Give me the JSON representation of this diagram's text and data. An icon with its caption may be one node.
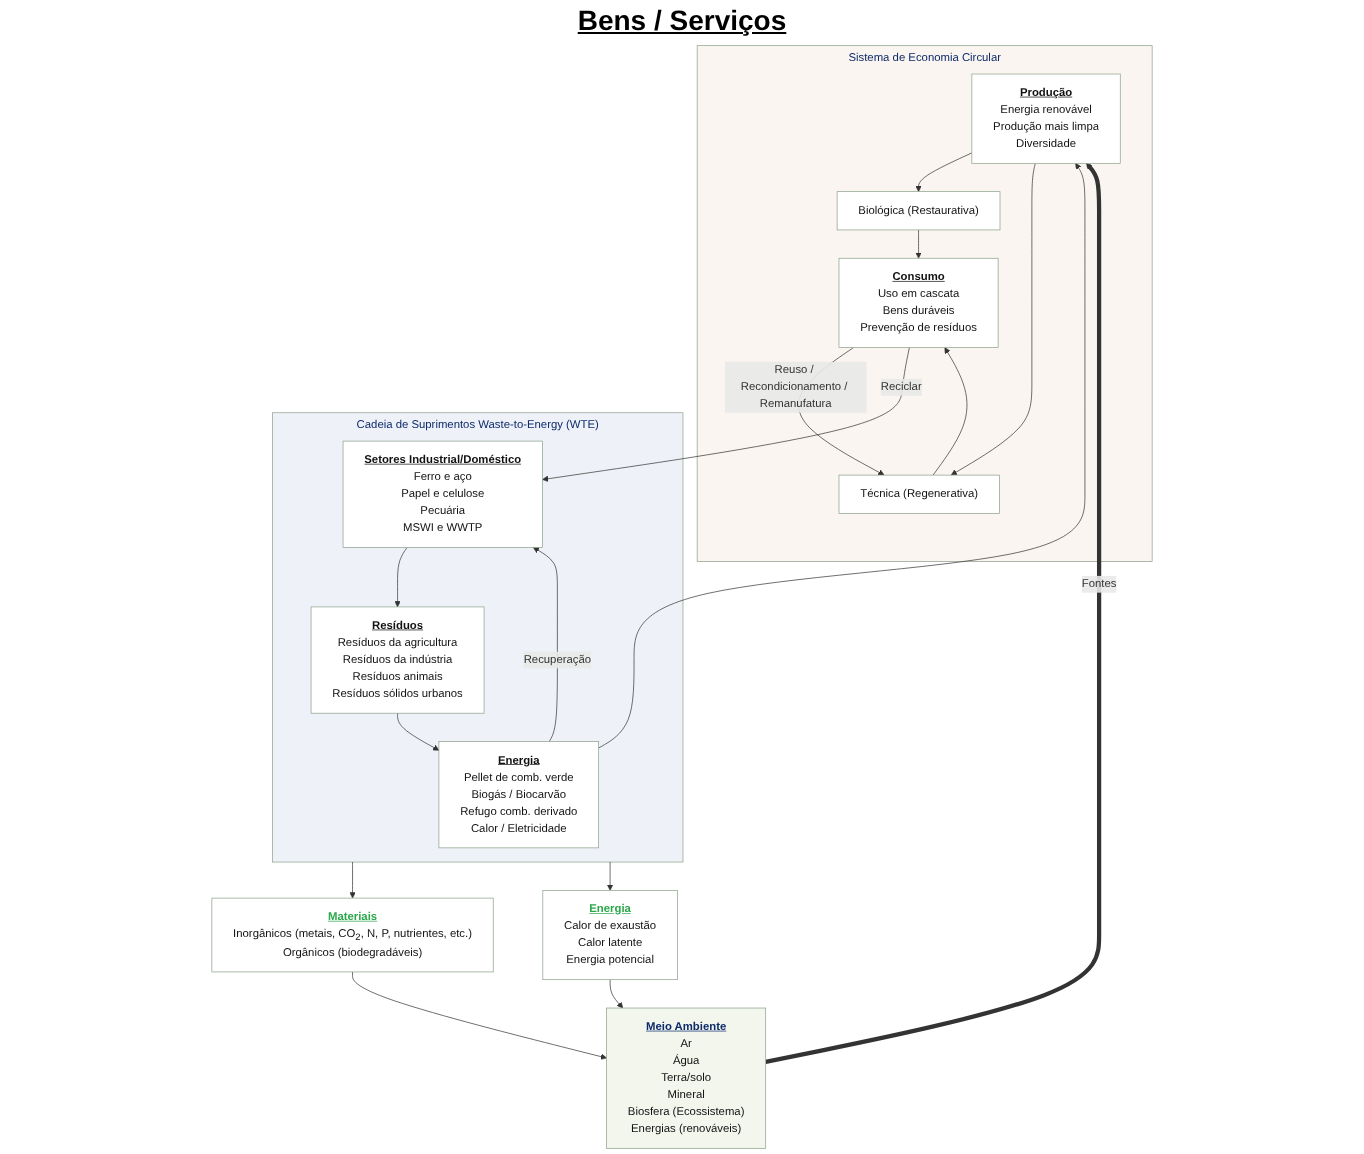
{
  "diagram": {
    "nodes": [
      {
        "text": [
          "Sistema de Economia Circular"
        ]
      },
      {
        "text": [
          "Consumo",
          "Uso em cascata",
          "Bens duráveis",
          "Prevenção de resíduos"
        ],
        "in": 0
      },
      {
        "text": [
          "Biológica (Restaurativa)"
        ],
        "in": 0
      },
      {
        "text": [
          "Técnica (Regenerativa)"
        ],
        "in": 0
      },
      {
        "text": [
          "Produção",
          "Energia renovável",
          "Produção mais limpa",
          "Diversidade"
        ],
        "in": 0
      },
      {
        "text": [
          "Cadeia de Suprimentos Waste-to-Energy (WTE)"
        ]
      },
      {
        "text": [
          "Setores Industrial/Doméstico",
          "Ferro e aço",
          "Papel e celulose",
          "Pecuária",
          "MSWI e WWTP"
        ],
        "in": 5
      },
      {
        "text": [
          "Resíduos",
          "Resíduos da agricultura",
          "Resíduos da indústria",
          "Resíduos animais",
          "Resíduos sólidos urbanos"
        ],
        "in": 5
      },
      {
        "text": [
          "Energia",
          "Pellet de comb. verde",
          "Biogás / Biocarvão",
          "Refugo comb. derivado",
          "Calor / Eletricidade"
        ],
        "in": 5
      },
      {
        "text": [
          "Materiais",
          "Inorgânicos (metais, CO$_{2}$, N, P, nutrientes, etc.)",
          "Orgânicos (biodegradáveis)"
        ]
      },
      {
        "text": [
          "Energia",
          "Calor de exaustão",
          "Calor latente",
          "Energia potencial"
        ]
      },
      {
        "text": [
          "Meio Ambiente",
          "Ar",
          "Água",
          "Terra/solo",
          "Mineral",
          "Biosfera (Ecossistema)",
          "Energias (renováveis)"
        ]
      }
    ],
    "edges": [
      {
        "from": 4,
        "to": 2,
        "arrow": "to"
      },
      {
        "from": 2,
        "to": 1,
        "arrow": "to"
      },
      {
        "from": 4,
        "to": 3,
        "arrow": "to"
      },
      {
        "from": 3,
        "to": 1,
        "arrow": "to"
      },
      {
        "from": 1,
        "to": 3,
        "arrow": "to",
        "label": "Reuso / Recondicionamento / Remanufatura"
      },
      {
        "from": 1,
        "to": 6,
        "arrow": "to",
        "label": "Reciclar"
      },
      {
        "from": 6,
        "to": 7,
        "arrow": "to"
      },
      {
        "from": 7,
        "to": 8,
        "arrow": "to"
      },
      {
        "from": 8,
        "to": 4,
        "arrow": "to"
      },
      {
        "from": 8,
        "to": 6,
        "arrow": "to",
        "label": "Recuperação"
      },
      {
        "from": 5,
        "to": 9,
        "arrow": "to"
      },
      {
        "from": 5,
        "to": 10,
        "arrow": "to"
      },
      {
        "from": 9,
        "to": 11,
        "arrow": "to"
      },
      {
        "from": 10,
        "to": 11,
        "arrow": "to"
      },
      {
        "from": 11,
        "to": 4,
        "arrow": "to",
        "label": "Fontes",
        "style": "thick"
      }
    ],
    "labels": [
      "Bens / Serviços"
    ]
  }
}
